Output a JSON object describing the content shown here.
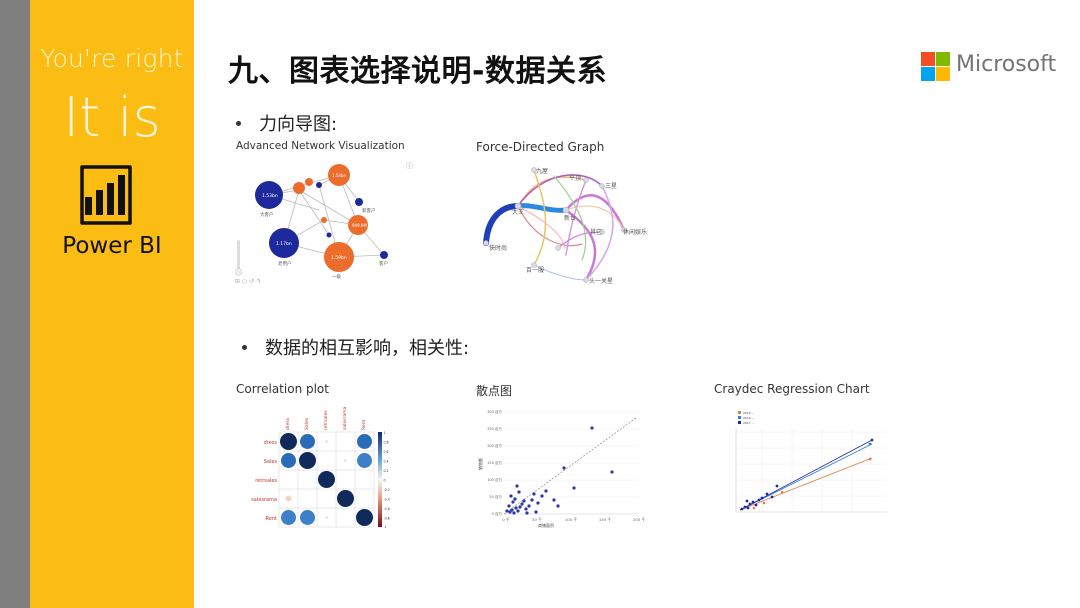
{
  "sidebar": {
    "tagline": "You're right",
    "headline": "It is",
    "product_name": "Power BI",
    "background_color": "#fbbd14",
    "strip_color": "#7f7f7f"
  },
  "slide": {
    "title": "九、图表选择说明-数据关系",
    "brand": {
      "name": "Microsoft",
      "logo_colors": [
        "#f25022",
        "#7fba00",
        "#00a4ef",
        "#ffb900"
      ]
    }
  },
  "sections": [
    {
      "bullet": "力向导图:",
      "thumbnails": [
        {
          "title": "Advanced Network Visualization",
          "node_labels": [
            "1.53bn",
            "1.17bn",
            "1.54bn",
            "1.59bn",
            "949.9M",
            "大客户",
            "老用户",
            "新客户",
            "客户",
            "一级"
          ]
        },
        {
          "title": "Force-Directed Graph",
          "node_labels": [
            "九屋",
            "平顶",
            "三星",
            "大王",
            "新台",
            "其它",
            "休闲娱乐",
            "快时尚",
            "百一服",
            "头一关星"
          ]
        }
      ]
    },
    {
      "bullet": "数据的相互影响，相关性:",
      "thumbnails": [
        {
          "title": "Correlation plot",
          "row_labels": [
            "dress",
            "Sales",
            "retrsales",
            "salesrama",
            "Rent"
          ],
          "col_labels": [
            "dress",
            "Sales",
            "retrsales",
            "salesrama",
            "Rent"
          ],
          "scale_ticks": [
            "1",
            "0.8",
            "0.6",
            "0.4",
            "0.2",
            "0",
            "-0.2",
            "-0.4",
            "-0.6",
            "-0.8",
            "-1"
          ]
        },
        {
          "title": "散点图",
          "y_ticks": [
            "300 百万",
            "250 百万",
            "200 百万",
            "150 百万",
            "100 百万",
            "50 百万",
            "0 百万"
          ],
          "x_ticks": [
            "0 千",
            "50 千",
            "100 千",
            "150 千",
            "200 千"
          ],
          "xlabel": "商铺面积",
          "ylabel": "销售额"
        },
        {
          "title": "Craydec Regression Chart",
          "legend": [
            "2016 ...",
            "2016 ...",
            "2017 ..."
          ]
        }
      ]
    }
  ]
}
